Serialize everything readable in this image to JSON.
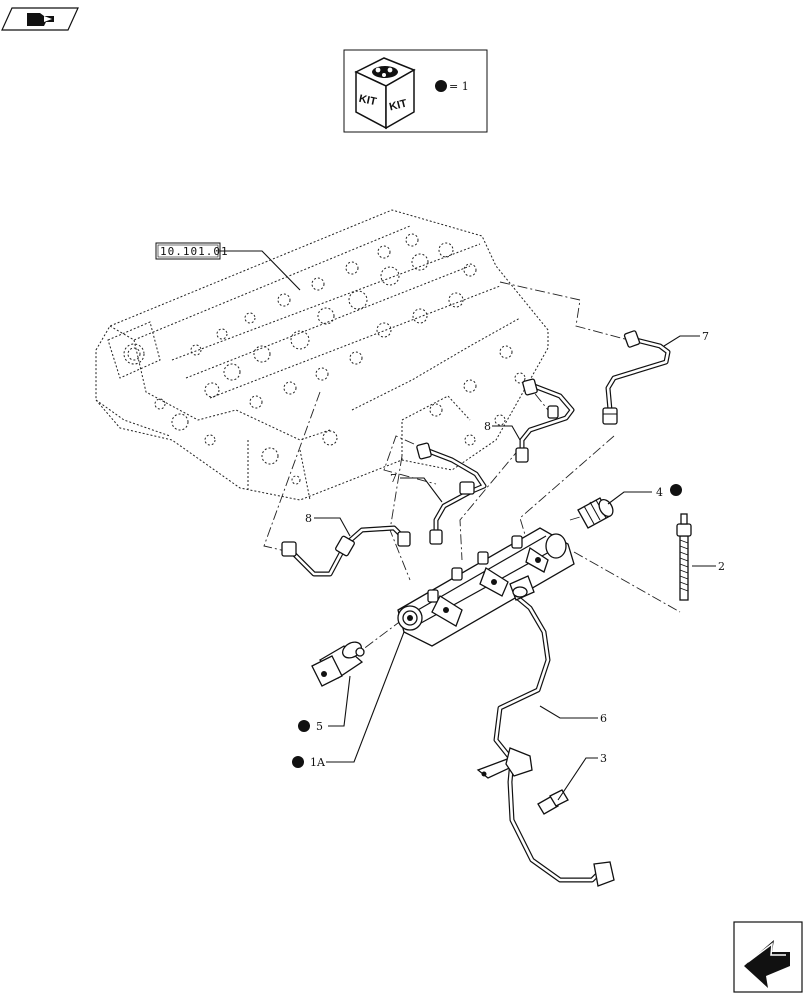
{
  "header_icon": "book-navigation-icon",
  "footer_icon": "next-page-arrow-icon",
  "kit_box": {
    "icon": "kit-box-icon",
    "kit_text_left": "KIT",
    "kit_text_right": "KIT",
    "legend_text": "= 1"
  },
  "reference_label": "10.101.01",
  "labels": {
    "p7_top": "7",
    "p8_top": "8",
    "p7_mid": "7",
    "p8_left": "8",
    "p4": "4",
    "p2": "2",
    "p6": "6",
    "p3": "3",
    "p5": "5",
    "p1a": "1A"
  },
  "colors": {
    "line": "#111111",
    "background": "#ffffff"
  }
}
